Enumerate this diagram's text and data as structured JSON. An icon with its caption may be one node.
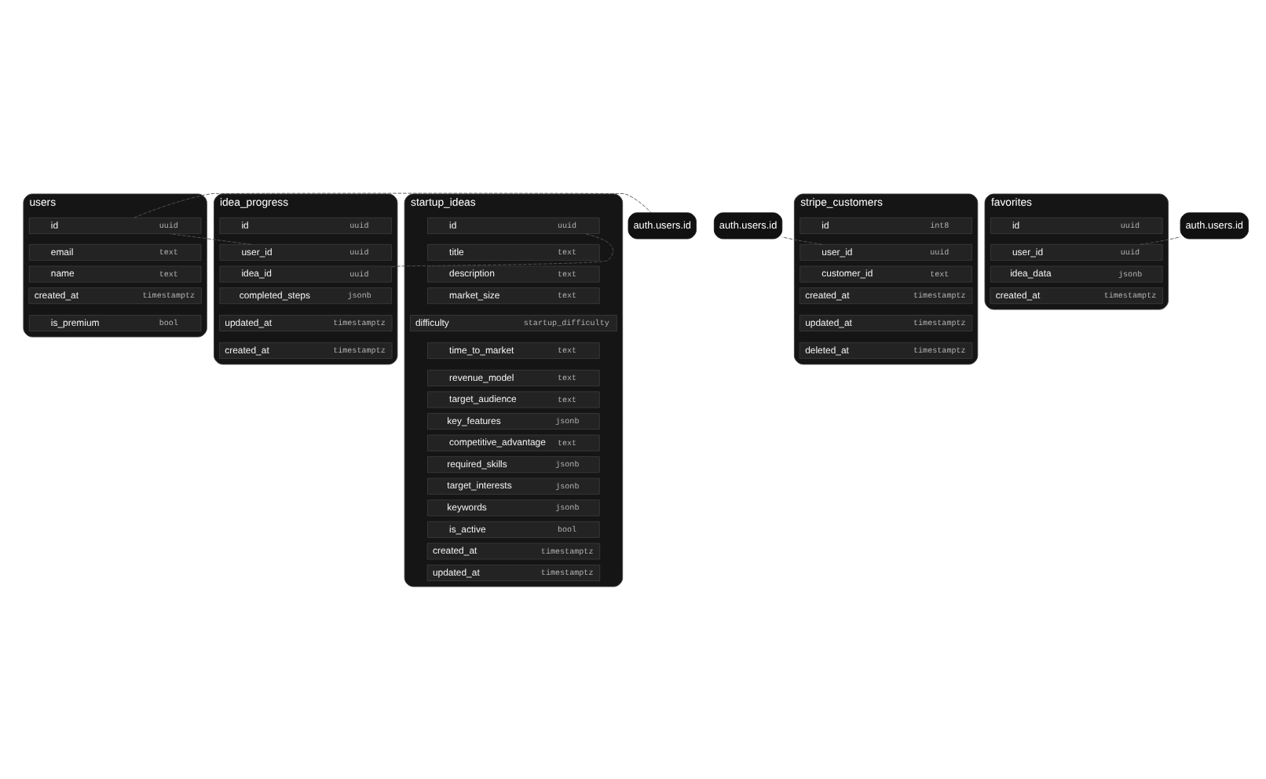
{
  "diagram": {
    "nodes": [
      {
        "text": [
          "users"
        ]
      },
      {
        "text": [
          "id",
          "uuid"
        ],
        "in": 0
      },
      {
        "text": [
          "email",
          "text"
        ],
        "in": 0
      },
      {
        "text": [
          "name",
          "text"
        ],
        "in": 0
      },
      {
        "text": [
          "created_at",
          "timestamptz"
        ],
        "in": 0
      },
      {
        "text": [
          "is_premium",
          "bool"
        ],
        "in": 0
      },
      {
        "text": [
          "auth.users.id"
        ]
      },
      {
        "text": [
          "auth.users.id"
        ]
      },
      {
        "text": [
          "idea_progress"
        ]
      },
      {
        "text": [
          "id",
          "uuid"
        ],
        "in": 8
      },
      {
        "text": [
          "user_id",
          "uuid"
        ],
        "in": 8
      },
      {
        "text": [
          "idea_id",
          "uuid"
        ],
        "in": 8
      },
      {
        "text": [
          "completed_steps",
          "jsonb"
        ],
        "in": 8
      },
      {
        "text": [
          "updated_at",
          "timestamptz"
        ],
        "in": 8
      },
      {
        "text": [
          "created_at",
          "timestamptz"
        ],
        "in": 8
      },
      {
        "text": [
          "startup_ideas"
        ]
      },
      {
        "text": [
          "id",
          "uuid"
        ],
        "in": 15
      },
      {
        "text": [
          "title",
          "text"
        ],
        "in": 15
      },
      {
        "text": [
          "description",
          "text"
        ],
        "in": 15
      },
      {
        "text": [
          "market_size",
          "text"
        ],
        "in": 15
      },
      {
        "text": [
          "difficulty",
          "startup_difficulty"
        ],
        "in": 15
      },
      {
        "text": [
          "time_to_market",
          "text"
        ],
        "in": 15
      },
      {
        "text": [
          "revenue_model",
          "text"
        ],
        "in": 15
      },
      {
        "text": [
          "target_audience",
          "text"
        ],
        "in": 15
      },
      {
        "text": [
          "key_features",
          "jsonb"
        ],
        "in": 15
      },
      {
        "text": [
          "competitive_advantage",
          "text"
        ],
        "in": 15
      },
      {
        "text": [
          "required_skills",
          "jsonb"
        ],
        "in": 15
      },
      {
        "text": [
          "target_interests",
          "jsonb"
        ],
        "in": 15
      },
      {
        "text": [
          "keywords",
          "jsonb"
        ],
        "in": 15
      },
      {
        "text": [
          "is_active",
          "bool"
        ],
        "in": 15
      },
      {
        "text": [
          "created_at",
          "timestamptz"
        ],
        "in": 15
      },
      {
        "text": [
          "updated_at",
          "timestamptz"
        ],
        "in": 15
      },
      {
        "text": [
          "stripe_customers"
        ]
      },
      {
        "text": [
          "id",
          "int8"
        ],
        "in": 32
      },
      {
        "text": [
          "user_id",
          "uuid"
        ],
        "in": 32
      },
      {
        "text": [
          "customer_id",
          "text"
        ],
        "in": 32
      },
      {
        "text": [
          "created_at",
          "timestamptz"
        ],
        "in": 32
      },
      {
        "text": [
          "updated_at",
          "timestamptz"
        ],
        "in": 32
      },
      {
        "text": [
          "deleted_at",
          "timestamptz"
        ],
        "in": 32
      },
      {
        "text": [
          "favorites"
        ]
      },
      {
        "text": [
          "id",
          "uuid"
        ],
        "in": 39
      },
      {
        "text": [
          "user_id",
          "uuid"
        ],
        "in": 39
      },
      {
        "text": [
          "idea_data",
          "jsonb"
        ],
        "in": 39
      },
      {
        "text": [
          "created_at",
          "timestamptz"
        ],
        "in": 39
      },
      {
        "text": [
          "auth.users.id"
        ]
      }
    ],
    "edges": [
      {
        "from": 1,
        "to": 6,
        "arrow": "none",
        "style": "dashed"
      },
      {
        "from": 10,
        "to": 1,
        "arrow": "none",
        "style": "dashed"
      },
      {
        "from": 11,
        "to": 16,
        "arrow": "none",
        "style": "dashed"
      },
      {
        "from": 34,
        "to": 7,
        "arrow": "none",
        "style": "dashed"
      },
      {
        "from": 41,
        "to": 44,
        "arrow": "none",
        "style": "dashed"
      }
    ]
  }
}
